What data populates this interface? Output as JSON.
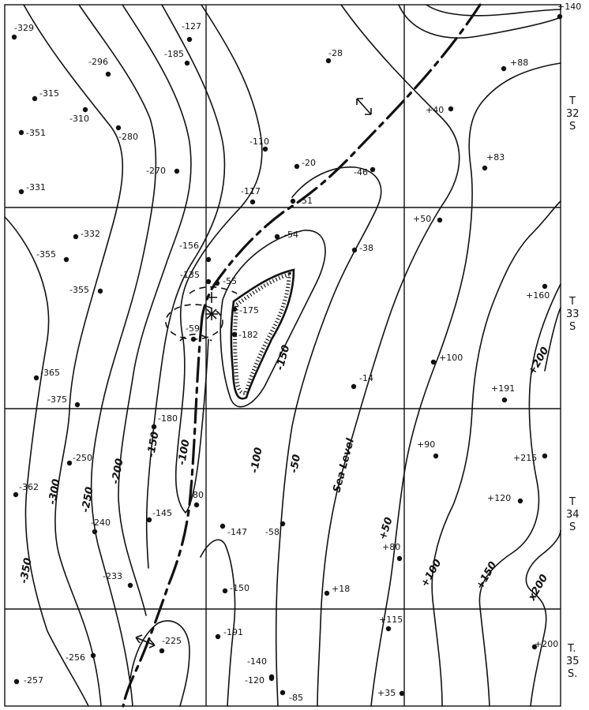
{
  "wells": [
    "-329",
    "-127",
    "-185",
    "-296",
    "-315",
    "-310",
    "-351",
    "-280",
    "-270",
    "-331",
    "-28",
    "+140",
    "+88",
    "+40",
    "-110",
    "-20",
    "-46",
    "+83",
    "-117",
    "-51",
    "+50",
    "-332",
    "-156",
    "-54",
    "-38",
    "-355",
    "-135",
    "-55",
    "-175",
    "-355",
    "+160",
    "-182",
    "-59",
    "+100",
    "-14",
    "-365",
    "+191",
    "-375",
    "-180",
    "+90",
    "-250",
    "+215",
    "-362",
    "-80",
    "+120",
    "-145",
    "-147",
    "-58",
    "-240",
    "+80",
    "-233",
    "-150",
    "+18",
    "+115",
    "-191",
    "+200",
    "-256",
    "-225",
    "-140",
    "-120",
    "-257",
    "+35",
    "-85"
  ],
  "contour_labels": [
    "-350",
    "-300",
    "-250",
    "-200",
    "-150",
    "-100",
    "-100",
    "-50",
    "-150",
    "Sea Level",
    "+50",
    "+100",
    "+150",
    "+200",
    "x200"
  ],
  "township_labels": [
    {
      "t": "T",
      "n": "32",
      "s": "S"
    },
    {
      "t": "T",
      "n": "33",
      "s": "S"
    },
    {
      "t": "T",
      "n": "34",
      "s": "S"
    },
    {
      "t": "T.",
      "n": "35",
      "s": "S."
    }
  ]
}
